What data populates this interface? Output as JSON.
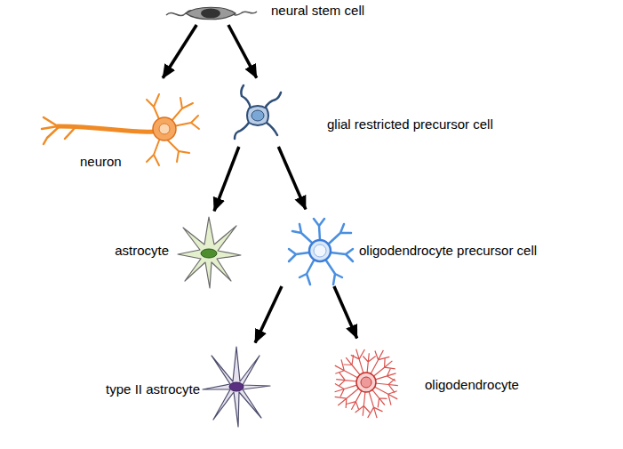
{
  "diagram": {
    "nodes": [
      {
        "text": [
          "neural stem cell"
        ]
      },
      {
        "text": [
          "neuron"
        ]
      },
      {
        "text": [
          "glial restricted precursor cell"
        ]
      },
      {
        "text": [
          "astrocyte"
        ]
      },
      {
        "text": [
          "oligodendrocyte precursor cell"
        ]
      },
      {
        "text": [
          "type II astrocyte"
        ]
      },
      {
        "text": [
          "oligodendrocyte"
        ]
      }
    ],
    "edges": [
      {
        "from": 0,
        "to": 1,
        "arrow": "to"
      },
      {
        "from": 0,
        "to": 2,
        "arrow": "to"
      },
      {
        "from": 2,
        "to": 3,
        "arrow": "to"
      },
      {
        "from": 2,
        "to": 4,
        "arrow": "to"
      },
      {
        "from": 4,
        "to": 5,
        "arrow": "to"
      },
      {
        "from": 4,
        "to": 6,
        "arrow": "to"
      }
    ]
  }
}
